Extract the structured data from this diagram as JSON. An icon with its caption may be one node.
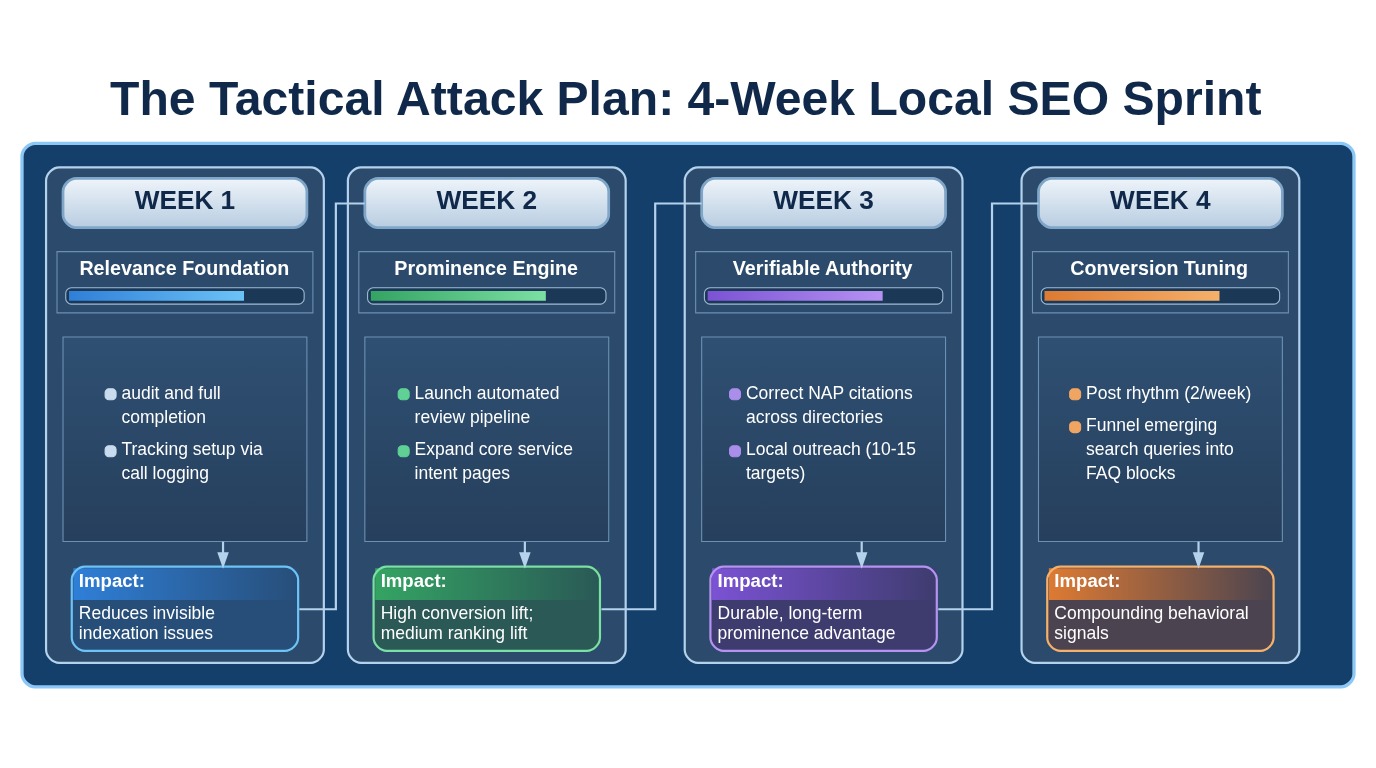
{
  "diagram": {
    "title": "The Tactical Attack Plan: 4-Week Local SEO Sprint",
    "nodes": [
      {
        "text": [],
        "shape": "box"
      },
      {
        "text": [],
        "shape": "box",
        "in": 0
      },
      {
        "text": [
          "WEEK 1"
        ],
        "in": 1
      },
      {
        "text": [
          "Relevance Foundation"
        ],
        "in": 1
      },
      {
        "text": [
          "audit and full completion",
          "Tracking setup via call logging"
        ],
        "in": 1
      },
      {
        "text": [
          "Impact:",
          "Reduces invisible indexation issues"
        ],
        "in": 1
      },
      {
        "text": [],
        "shape": "box",
        "in": 0
      },
      {
        "text": [
          "WEEK 2"
        ],
        "in": 6
      },
      {
        "text": [
          "Prominence Engine"
        ],
        "in": 6
      },
      {
        "text": [
          "Launch automated review pipeline",
          "Expand core service intent pages"
        ],
        "in": 6
      },
      {
        "text": [
          "Impact:",
          "High conversion lift; medium ranking lift"
        ],
        "in": 6
      },
      {
        "text": [],
        "shape": "box",
        "in": 0
      },
      {
        "text": [
          "WEEK 3"
        ],
        "in": 11
      },
      {
        "text": [
          "Verifiable Authority"
        ],
        "in": 11
      },
      {
        "text": [
          "Correct NAP citations across directories",
          "Local outreach (10-15 targets)"
        ],
        "in": 11
      },
      {
        "text": [
          "Impact:",
          "Durable, long-term prominence advantage"
        ],
        "in": 11
      },
      {
        "text": [],
        "shape": "box",
        "in": 0
      },
      {
        "text": [
          "WEEK 4"
        ],
        "in": 16
      },
      {
        "text": [
          "Conversion Tuning"
        ],
        "in": 16
      },
      {
        "text": [
          "Post rhythm (2/week)",
          "Funnel emerging search queries into FAQ blocks"
        ],
        "in": 16
      },
      {
        "text": [
          "Impact:",
          "Compounding behavioral signals"
        ],
        "in": 16
      }
    ],
    "edges": [
      {
        "from": 4,
        "to": 5,
        "arrow": "to"
      },
      {
        "from": 5,
        "to": 7,
        "arrow": "none"
      },
      {
        "from": 9,
        "to": 10,
        "arrow": "to"
      },
      {
        "from": 10,
        "to": 12,
        "arrow": "none"
      },
      {
        "from": 14,
        "to": 15,
        "arrow": "to"
      },
      {
        "from": 15,
        "to": 17,
        "arrow": "none"
      },
      {
        "from": 19,
        "to": 20,
        "arrow": "to"
      }
    ]
  }
}
